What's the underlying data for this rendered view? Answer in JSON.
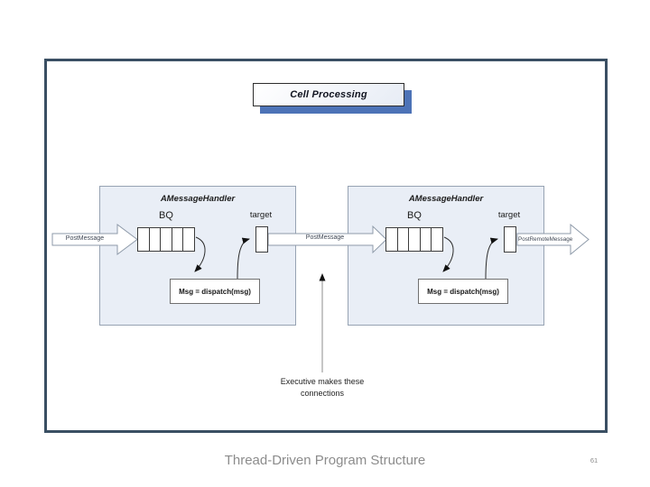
{
  "slide": {
    "title": "Cell Processing",
    "footer": "Thread-Driven Program Structure",
    "page_number": "61"
  },
  "diagram": {
    "queue_cells": 5,
    "note": "Executive makes these connections",
    "left_handler": {
      "title": "AMessageHandler",
      "queue_label": "BQ",
      "target_label": "target",
      "dispatch_label": "Msg = dispatch(msg)"
    },
    "right_handler": {
      "title": "AMessageHandler",
      "queue_label": "BQ",
      "target_label": "target",
      "dispatch_label": "Msg = dispatch(msg)"
    },
    "arrows": {
      "input": "PostMessage",
      "forward": "PostMessage",
      "output": "PostRemoteMessage"
    }
  },
  "colors": {
    "slide_border": "#3a4f63",
    "title_shadow": "#4d73b7",
    "handler_fill": "#e9eef6",
    "handler_border": "#97a3b3",
    "footer_text": "#8c8c8c"
  }
}
